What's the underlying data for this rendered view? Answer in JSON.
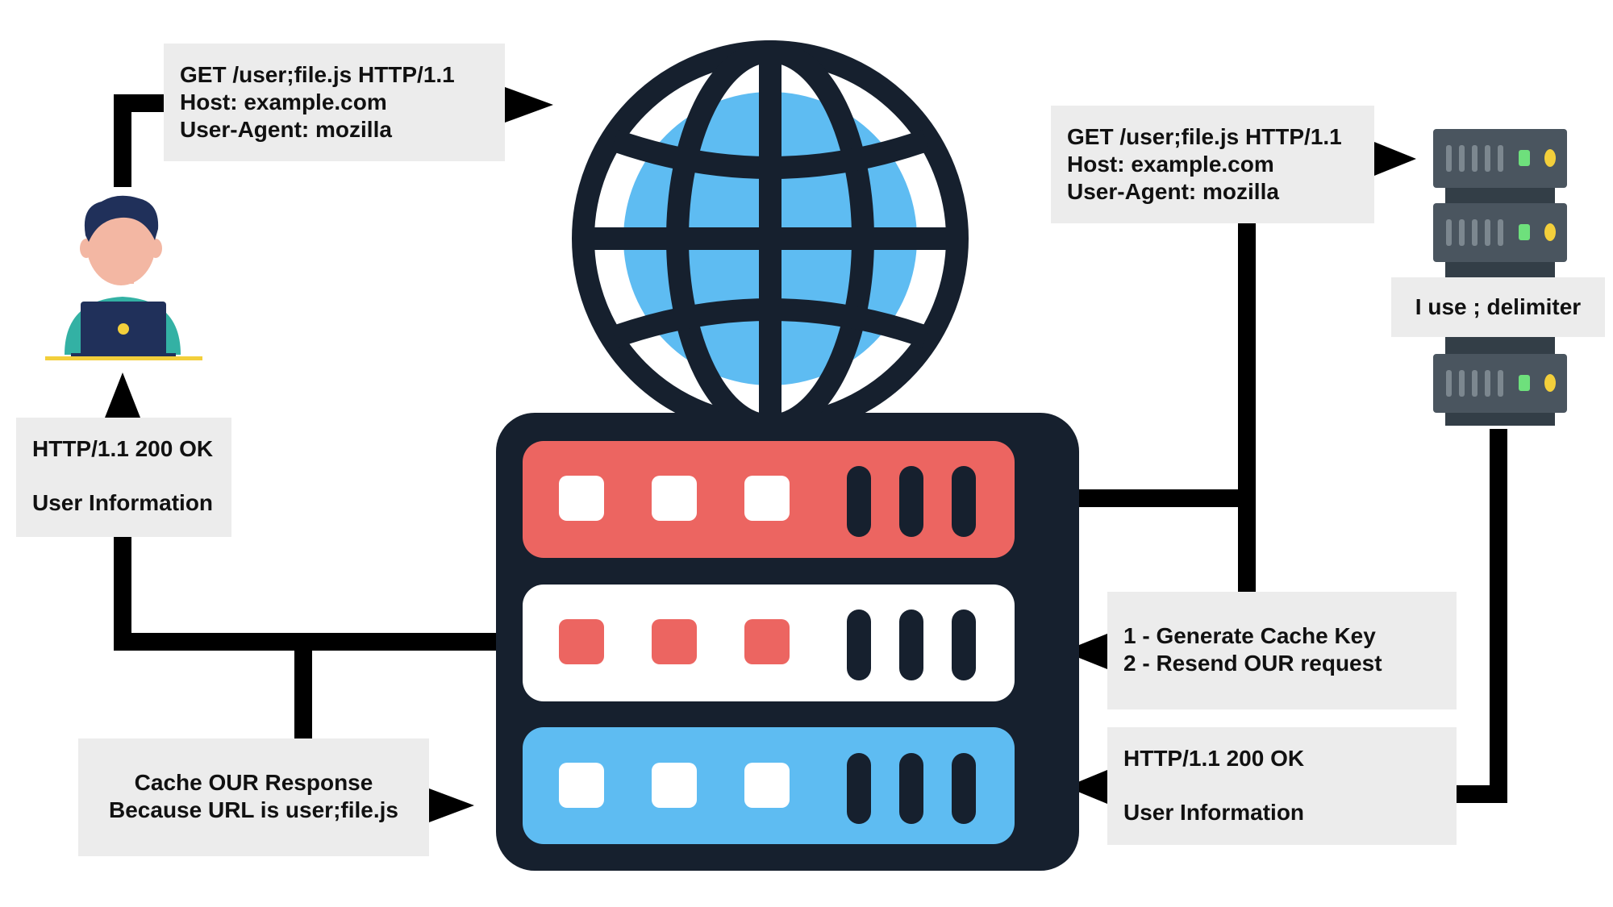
{
  "client_request": {
    "lines": [
      "GET /user;file.js HTTP/1.1",
      "Host: example.com",
      "User-Agent: mozilla"
    ]
  },
  "forwarded_request": {
    "lines": [
      "GET /user;file.js HTTP/1.1",
      "Host: example.com",
      "User-Agent: mozilla"
    ]
  },
  "origin_note": {
    "text": "I use ; delimiter"
  },
  "client_response": {
    "status": "HTTP/1.1 200 OK",
    "body": "User Information"
  },
  "cache_steps": {
    "lines": [
      "1 - Generate Cache Key",
      "2 - Resend OUR request"
    ]
  },
  "origin_response": {
    "status": "HTTP/1.1 200 OK",
    "body": "User Information"
  },
  "cache_note": {
    "lines": [
      "Cache OUR Response",
      "Because URL is user;file.js"
    ]
  },
  "colors": {
    "connector": "#000000",
    "outline": "#16202e",
    "globe_fill": "#5ebcf2",
    "cache_red": "#ec6561",
    "cache_blue": "#5ebcf2",
    "origin_server": "#4a555f",
    "led_green": "#6ee07c",
    "led_yellow": "#f3cf3b",
    "box_bg": "#ececec"
  },
  "icons": [
    "user-at-laptop-icon",
    "globe-icon",
    "cache-server-stack-icon",
    "origin-server-icon"
  ]
}
